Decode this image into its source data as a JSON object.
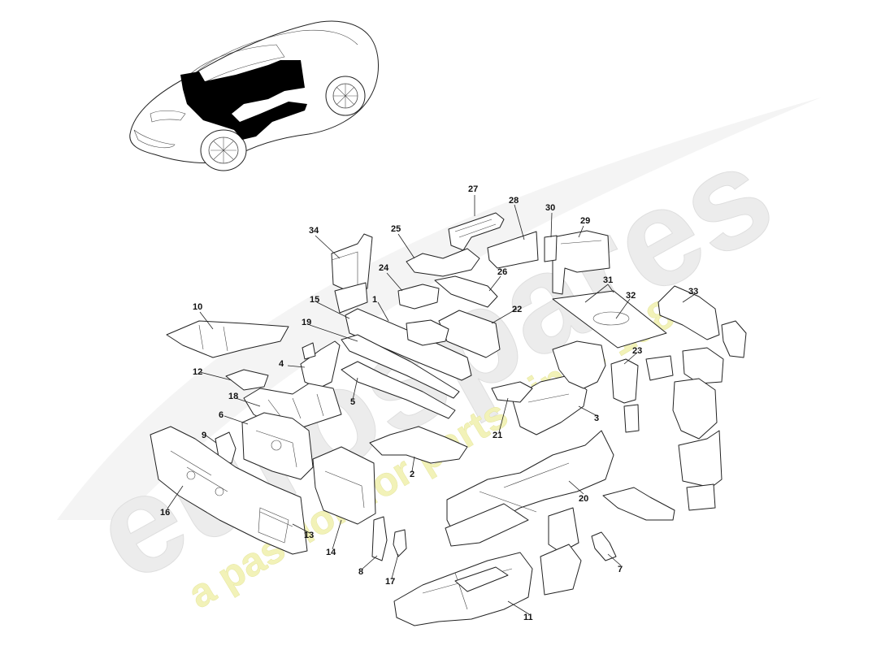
{
  "watermark": {
    "brand": "eurospares",
    "tagline": "a passion for parts since 1985",
    "brand_color": "#ececec",
    "tagline_color": "#f2f2b8"
  },
  "colors": {
    "line": "#222222",
    "fill": "#ffffff",
    "highlight": "#000000"
  },
  "callouts": [
    {
      "id": "c1",
      "label": "1"
    },
    {
      "id": "c2",
      "label": "2"
    },
    {
      "id": "c3",
      "label": "3"
    },
    {
      "id": "c4",
      "label": "4"
    },
    {
      "id": "c5",
      "label": "5"
    },
    {
      "id": "c6",
      "label": "6"
    },
    {
      "id": "c7",
      "label": "7"
    },
    {
      "id": "c8",
      "label": "8"
    },
    {
      "id": "c9",
      "label": "9"
    },
    {
      "id": "c10",
      "label": "10"
    },
    {
      "id": "c11",
      "label": "11"
    },
    {
      "id": "c12",
      "label": "12"
    },
    {
      "id": "c13",
      "label": "13"
    },
    {
      "id": "c14",
      "label": "14"
    },
    {
      "id": "c15",
      "label": "15"
    },
    {
      "id": "c16",
      "label": "16"
    },
    {
      "id": "c17",
      "label": "17"
    },
    {
      "id": "c18",
      "label": "18"
    },
    {
      "id": "c19",
      "label": "19"
    },
    {
      "id": "c20",
      "label": "20"
    },
    {
      "id": "c21",
      "label": "21"
    },
    {
      "id": "c22",
      "label": "22"
    },
    {
      "id": "c23",
      "label": "23"
    },
    {
      "id": "c24",
      "label": "24"
    },
    {
      "id": "c25",
      "label": "25"
    },
    {
      "id": "c26",
      "label": "26"
    },
    {
      "id": "c27",
      "label": "27"
    },
    {
      "id": "c28",
      "label": "28"
    },
    {
      "id": "c29",
      "label": "29"
    },
    {
      "id": "c30",
      "label": "30"
    },
    {
      "id": "c31",
      "label": "31"
    },
    {
      "id": "c32",
      "label": "32"
    },
    {
      "id": "c33",
      "label": "33"
    },
    {
      "id": "c34",
      "label": "34"
    }
  ]
}
